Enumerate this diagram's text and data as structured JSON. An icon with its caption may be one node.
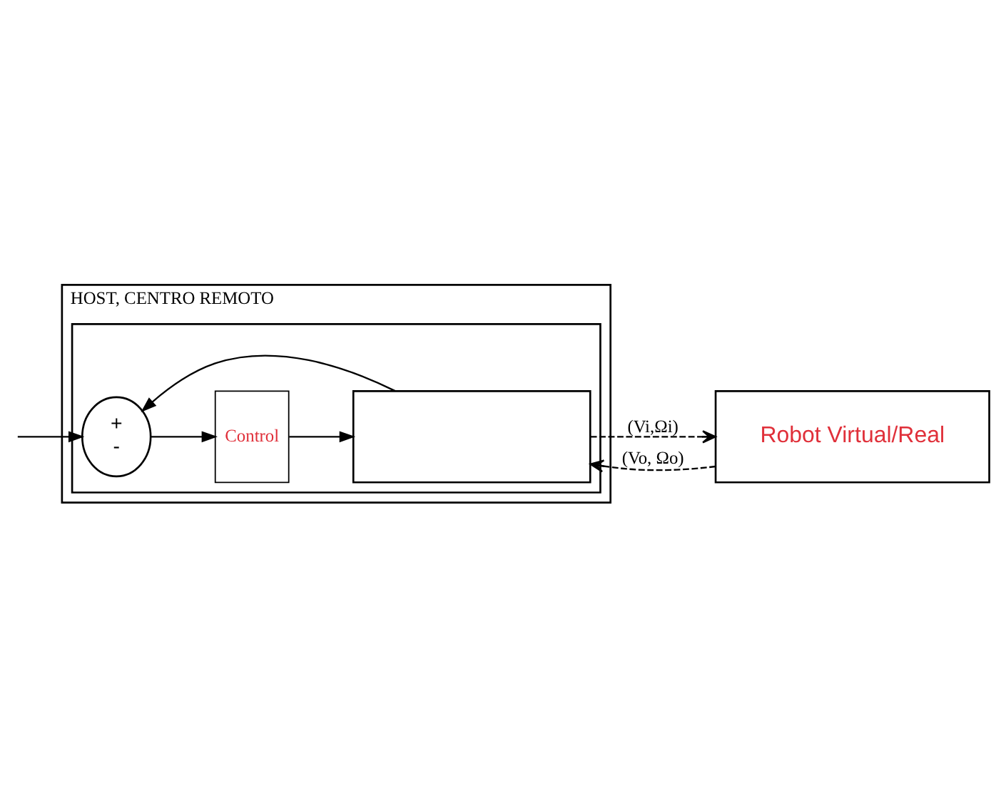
{
  "diagram": {
    "nodes": [
      {
        "text": [
          "HOST, CENTRO REMOTO"
        ]
      },
      {
        "text": [],
        "shape": "box",
        "in": 0
      },
      {
        "text": [
          "+",
          "-"
        ],
        "in": 1
      },
      {
        "text": [
          "Control"
        ],
        "in": 1
      },
      {
        "text": [],
        "shape": "box",
        "in": 1
      },
      {
        "text": [
          "Robot Virtual/Real"
        ]
      }
    ],
    "edges": [
      {
        "from": null,
        "to": 2,
        "arrow": "to"
      },
      {
        "from": 2,
        "to": 3,
        "arrow": "to"
      },
      {
        "from": 3,
        "to": 4,
        "arrow": "to"
      },
      {
        "from": 4,
        "to": 2,
        "arrow": "to"
      },
      {
        "from": 4,
        "to": 5,
        "arrow": "to",
        "style": "dashed",
        "label": "(Vi,Ωi)"
      },
      {
        "from": 5,
        "to": 4,
        "arrow": "to",
        "style": "dashed",
        "label": "(Vo, Ωo)"
      }
    ]
  }
}
